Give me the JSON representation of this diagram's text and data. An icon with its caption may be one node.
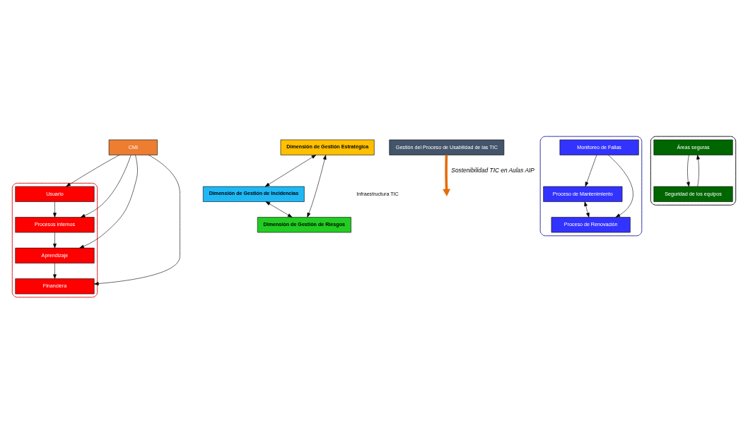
{
  "diagram": {
    "nodes": [
      {
        "text": [],
        "shape": "box"
      },
      {
        "text": [
          "Usuario"
        ],
        "in": 0
      },
      {
        "text": [
          "Procesos internos"
        ],
        "in": 0
      },
      {
        "text": [
          "Aprendizaje"
        ],
        "in": 0
      },
      {
        "text": [
          "Financiera"
        ],
        "in": 0
      },
      {
        "text": [
          "CMI"
        ]
      },
      {
        "text": [
          "Dimensión de Gestión Estratégica"
        ]
      },
      {
        "text": [
          "Gestión del Proceso de Usabilidad de las TIC"
        ]
      },
      {
        "text": [],
        "shape": "box"
      },
      {
        "text": [
          "Monitoreo de Fallas"
        ],
        "in": 8
      },
      {
        "text": [
          "Proceso de Mantenimiento"
        ],
        "in": 8
      },
      {
        "text": [
          "Proceso de Renovación"
        ],
        "in": 8
      },
      {
        "text": [
          "Dimensión de Gestión de Incidencias"
        ]
      },
      {
        "text": [
          "Dimensión de Gestión de Riesgos"
        ]
      },
      {
        "text": [],
        "shape": "box"
      },
      {
        "text": [
          "Áreas seguras"
        ],
        "in": 14
      },
      {
        "text": [
          "Seguridad de los equipos"
        ],
        "in": 14
      }
    ],
    "edges": [
      {
        "from": 1,
        "to": 2,
        "arrow": "to"
      },
      {
        "from": 2,
        "to": 3,
        "arrow": "to"
      },
      {
        "from": 3,
        "to": 4,
        "arrow": "to"
      },
      {
        "from": 5,
        "to": 1,
        "arrow": "to"
      },
      {
        "from": 5,
        "to": 2,
        "arrow": "to"
      },
      {
        "from": 5,
        "to": 3,
        "arrow": "to"
      },
      {
        "from": 5,
        "to": 4,
        "arrow": "to"
      },
      {
        "from": 6,
        "to": 12,
        "arrow": "both"
      },
      {
        "from": 6,
        "to": 13,
        "arrow": "both"
      },
      {
        "from": 12,
        "to": 13,
        "arrow": "both"
      },
      {
        "from": 7,
        "to": null,
        "arrow": "to",
        "label": "Sostenibilidad TIC en Aulas AIP",
        "style": "thick",
        "color": "#e46c0a"
      },
      {
        "from": 9,
        "to": 10,
        "arrow": "to"
      },
      {
        "from": 10,
        "to": 11,
        "arrow": "both"
      },
      {
        "from": 9,
        "to": 11,
        "arrow": "to"
      },
      {
        "from": 15,
        "to": 16,
        "arrow": "to"
      },
      {
        "from": 16,
        "to": 15,
        "arrow": "to"
      }
    ],
    "labels": [
      "Infraestructura TIC"
    ]
  }
}
